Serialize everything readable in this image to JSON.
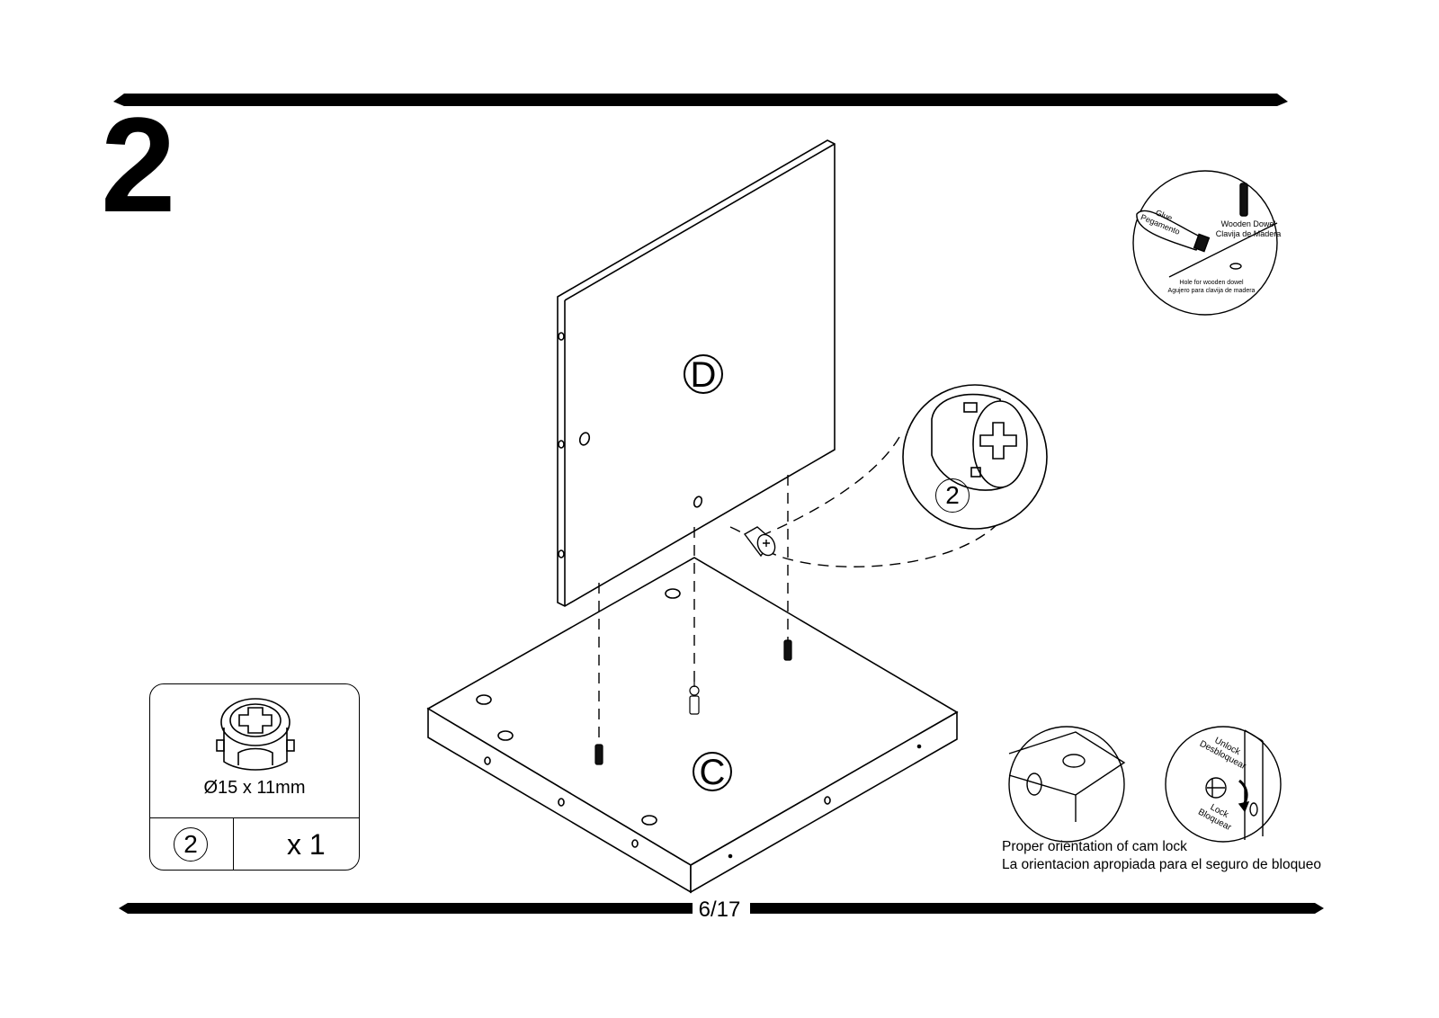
{
  "step": {
    "number": "2"
  },
  "page": {
    "number": "6/17"
  },
  "panels": {
    "top": "D",
    "bottom": "C"
  },
  "hardware": {
    "id": "2",
    "size": "Ø15 x 11mm",
    "quantity": "x 1",
    "detail_id": "2"
  },
  "dowel_detail": {
    "glue_en": "Glue",
    "glue_es": "Pegamento",
    "dowel_en": "Wooden Dowel",
    "dowel_es": "Clavija de Madera",
    "hole_en": "Hole for wooden dowel",
    "hole_es": "Agujero para clavija de madera"
  },
  "cam_orientation": {
    "unlock_en": "Unlock",
    "unlock_es": "Desbloquear",
    "lock_en": "Lock",
    "lock_es": "Bloquear",
    "caption_en": "Proper orientation of cam lock",
    "caption_es": "La orientacion apropiada para el seguro de bloqueo"
  }
}
